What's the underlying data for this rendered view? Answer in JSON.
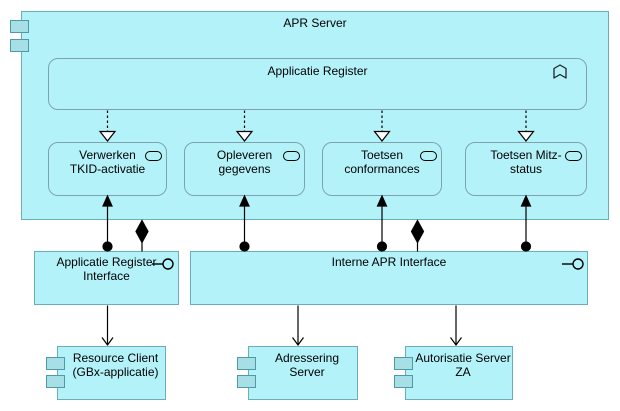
{
  "diagram": {
    "apr_server": {
      "label": "APR Server"
    },
    "applicatie_register": {
      "label": "Applicatie Register"
    },
    "services": [
      {
        "line1": "Verwerken",
        "line2": "TKID-activatie"
      },
      {
        "line1": "Opleveren",
        "line2": "gegevens"
      },
      {
        "line1": "Toetsen",
        "line2": "conformances"
      },
      {
        "line1": "Toetsen Mitz-",
        "line2": "status"
      }
    ],
    "interfaces": [
      {
        "line1": "Applicatie Register",
        "line2": "Interface"
      },
      {
        "line1": "Interne APR Interface",
        "line2": ""
      }
    ],
    "components": [
      {
        "line1": "Resource Client",
        "line2": "(GBx-applicatie)"
      },
      {
        "line1": "Adressering",
        "line2": "Server"
      },
      {
        "line1": "Autorisatie Server",
        "line2": "ZA"
      }
    ],
    "icons": {
      "component": "component-icon",
      "application_service": "service-pill-icon",
      "application_function": "function-chevron-icon",
      "interface": "lollipop-interface-icon"
    },
    "colors": {
      "node_fill": "#b4f2fa",
      "node_border": "#68aebd",
      "rounded_border": "#7fa3ad",
      "icon_fill": "#a6dfe5",
      "icon_border": "#4f9aa6",
      "connector": "#000000",
      "background": "#ffffff"
    }
  }
}
